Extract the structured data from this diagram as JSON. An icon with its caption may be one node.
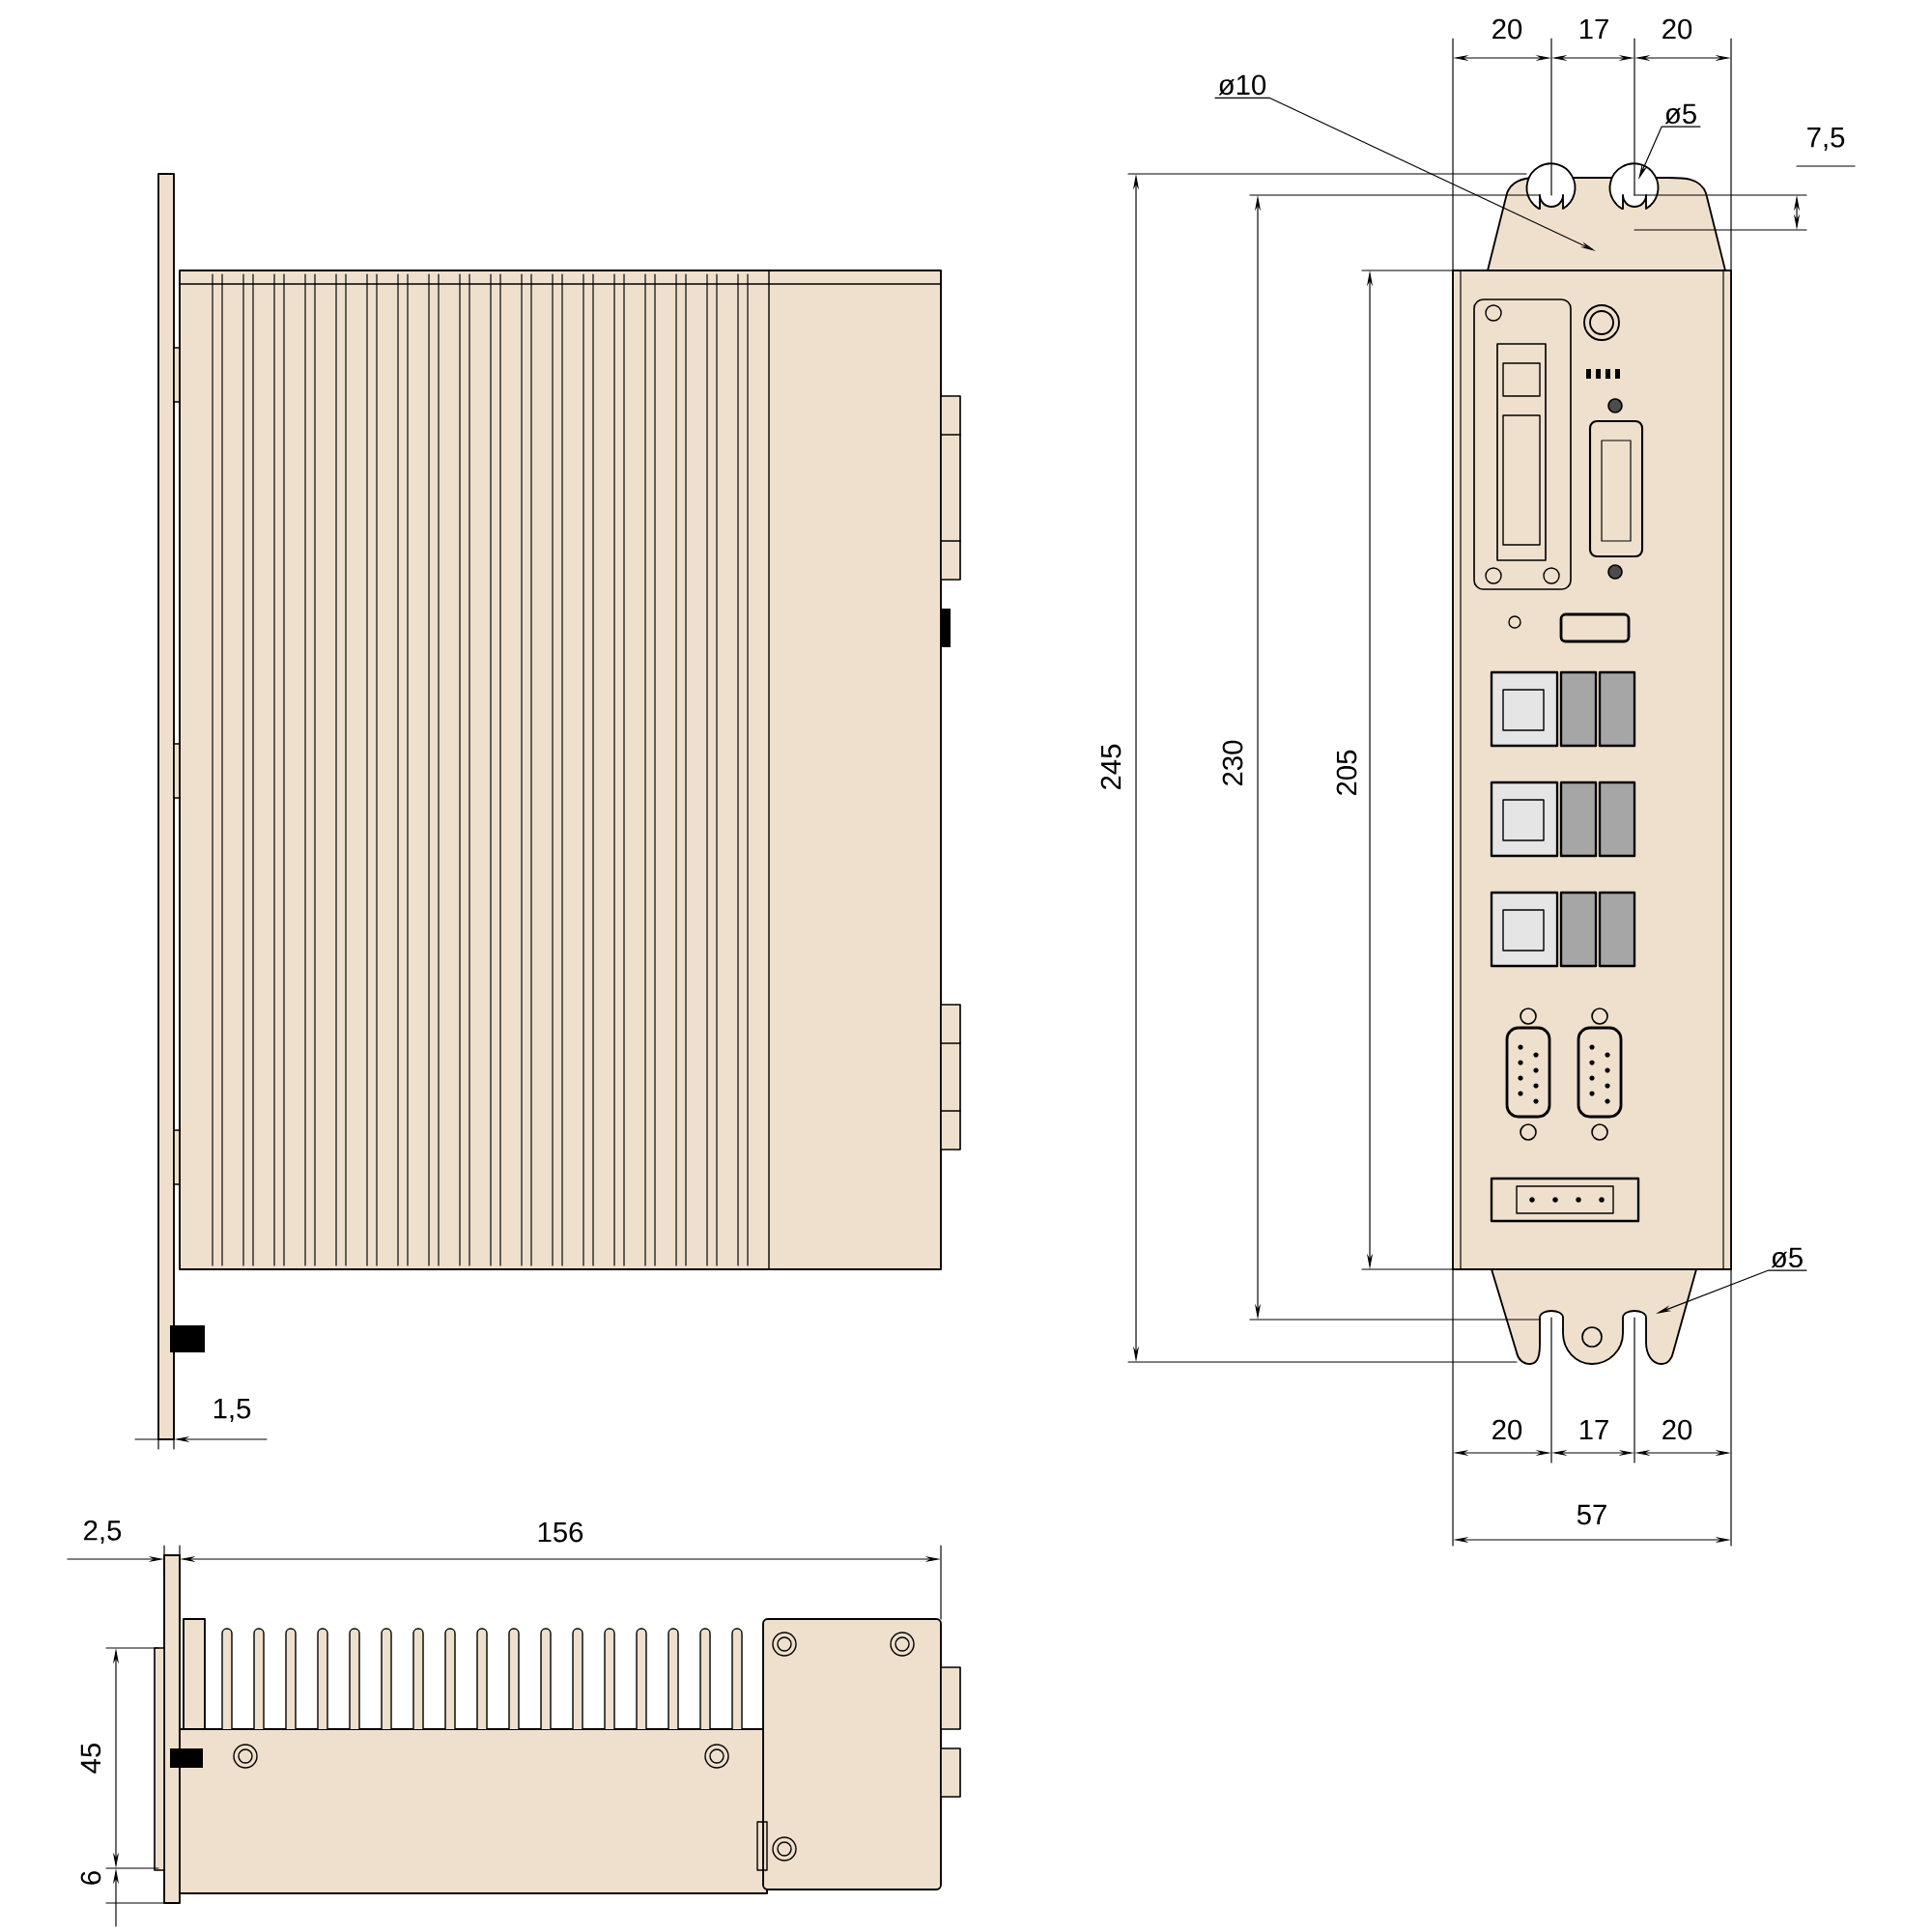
{
  "diagram": {
    "nodes": [
      {
        "text": [
          "ø10"
        ]
      },
      {
        "text": [
          "ø5"
        ]
      },
      {
        "text": [
          "ø5"
        ]
      }
    ],
    "edges": [
      {
        "from": 0,
        "to": null,
        "arrow": "to"
      },
      {
        "from": 1,
        "to": null,
        "arrow": "to"
      },
      {
        "from": 2,
        "to": null,
        "arrow": "to"
      }
    ],
    "labels": [
      "20",
      "17",
      "20",
      "7,5",
      "245",
      "230",
      "205",
      "20",
      "17",
      "20",
      "57",
      "1,5",
      "2,5",
      "156",
      "45",
      "6"
    ]
  }
}
